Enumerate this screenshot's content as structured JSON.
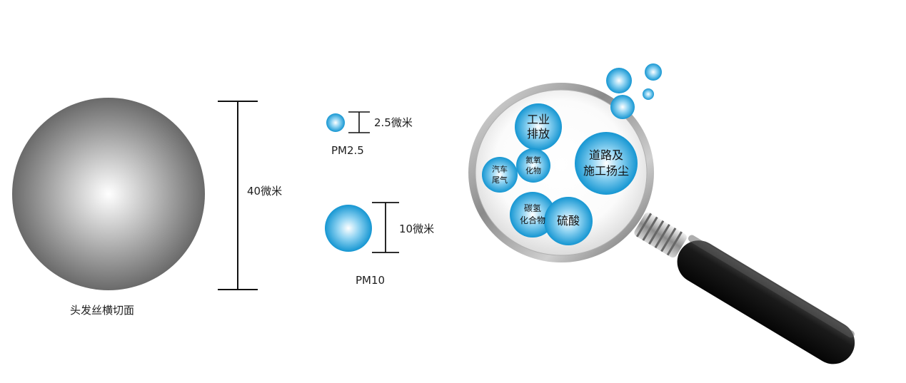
{
  "hair": {
    "caption": "头发丝横切面",
    "dimension": "40微米"
  },
  "pm25": {
    "name": "PM2.5",
    "dimension": "2.5微米"
  },
  "pm10": {
    "name": "PM10",
    "dimension": "10微米"
  },
  "sources": {
    "industry": "工业\n排放",
    "road_dust": "道路及\n施工扬尘",
    "vehicle": "汽车\n尾气",
    "nox": "氮氧\n化物",
    "hydrocarbons": "碳氢\n化合物",
    "sulfuric_acid": "硫酸"
  },
  "colors": {
    "particle_blue": "#1aa0d8",
    "hair_gray": "#7a7a7a",
    "handle": "#1c1c1c"
  }
}
